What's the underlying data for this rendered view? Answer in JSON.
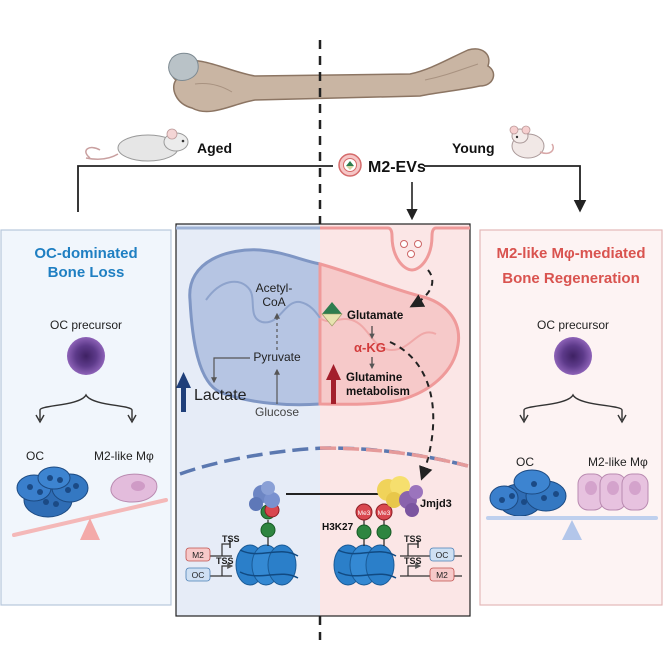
{
  "labels": {
    "aged": "Aged",
    "young": "Young",
    "m2_evs": "M2-EVs",
    "left_title_line1": "OC-dominated",
    "left_title_line2": "Bone Loss",
    "right_title_line1": "M2-like Mφ-mediated",
    "right_title_line2": "Bone Regeneration",
    "oc_precursor": "OC precursor",
    "oc": "OC",
    "m2_like": "M2-like Mφ",
    "acetyl": "Acetyl-",
    "coa": "CoA",
    "pyruvate": "Pyruvate",
    "lactate": "Lactate",
    "glucose": "Glucose",
    "glutamate": "Glutamate",
    "akg": "α-KG",
    "glutamine": "Glutamine",
    "metabolism": "metabolism",
    "jmjd3": "Jmjd3",
    "me3": "Me3",
    "h3k27": "H3K27",
    "tss": "TSS",
    "m2_tag": "M2",
    "oc_tag": "OC"
  },
  "colors": {
    "left_title": "#1f7fc2",
    "right_title": "#d9534f",
    "akg": "#d23b3b",
    "left_bg": "#e8eef8",
    "right_bg": "#fbe6e6",
    "mito_left": "#7f96c4",
    "mito_right": "#ef9a9a",
    "oc_cell": "#2f6db5",
    "m2_cell": "#d7a6cf",
    "precursor": "#7b4fa3",
    "nucleosome": "#2b7fc9",
    "seesaw_left": "#f2b8b8",
    "seesaw_right": "#b8c9ea"
  },
  "icons": [
    "bone-icon",
    "mouse-icon",
    "extracellular-vesicle-icon",
    "mitochondrion-icon",
    "nucleosome-icon",
    "histone-mark-icon",
    "seesaw-icon"
  ]
}
